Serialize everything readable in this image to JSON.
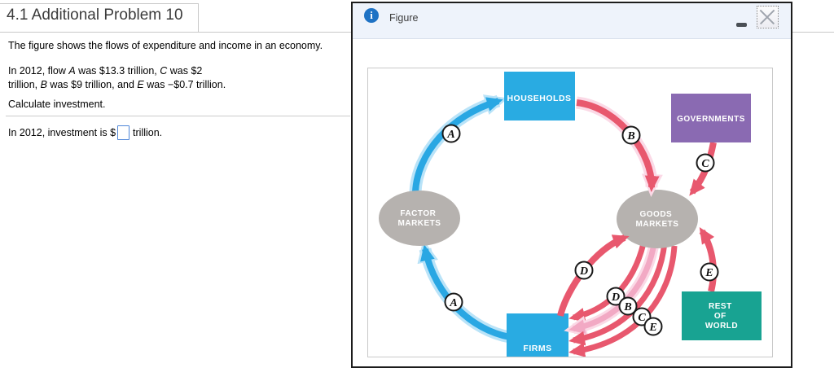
{
  "page": {
    "title": "4.1 Additional Problem 10",
    "intro": "The figure shows the flows of expenditure and income in an economy.",
    "given_segments": [
      {
        "t": "In 2012, flow "
      },
      {
        "t": "A",
        "i": true
      },
      {
        "t": " was $13.3 trillion, "
      },
      {
        "t": "C",
        "i": true
      },
      {
        "t": " was $2"
      },
      {
        "br": true
      },
      {
        "t": "trillion, "
      },
      {
        "t": "B",
        "i": true
      },
      {
        "t": " was $9 trillion, and "
      },
      {
        "t": "E",
        "i": true
      },
      {
        "t": " was −$0.7 trillion."
      }
    ],
    "task": "Calculate investment.",
    "answer": {
      "prefix": "In 2012, investment is $",
      "suffix": "trillion.",
      "value": ""
    }
  },
  "modal": {
    "title": "Figure"
  },
  "icons": {
    "info": "i"
  },
  "figure": {
    "nodes": {
      "households": "HOUSEHOLDS",
      "governments": "GOVERNMENTS",
      "factor_markets": [
        "FACTOR",
        "MARKETS"
      ],
      "goods_markets": [
        "GOODS",
        "MARKETS"
      ],
      "firms": "FIRMS",
      "rest_of_world": [
        "REST",
        "OF",
        "WORLD"
      ]
    },
    "flow_labels": {
      "a_upper": "A",
      "a_lower": "A",
      "b": "B",
      "c": "C",
      "d_up": "D",
      "bundle_d": "D",
      "bundle_b": "B",
      "bundle_c": "C",
      "bundle_e": "E",
      "e_row": "E"
    }
  },
  "colors": {
    "box_blue": "#29abe2",
    "box_purple": "#8a6ab2",
    "box_teal": "#18a392",
    "ellipse_gray": "#b6b2af",
    "arrow_red": "#e8586e",
    "arrow_pink": "#f2a9c4",
    "pale_pink": "#fbd9e6",
    "arrow_blue": "#29a7e3",
    "pale_blue": "#b9e3f8",
    "modal_header_bg": "#eef3fb",
    "info_icon_blue": "#1e72c4",
    "input_border": "#4f86d8"
  }
}
